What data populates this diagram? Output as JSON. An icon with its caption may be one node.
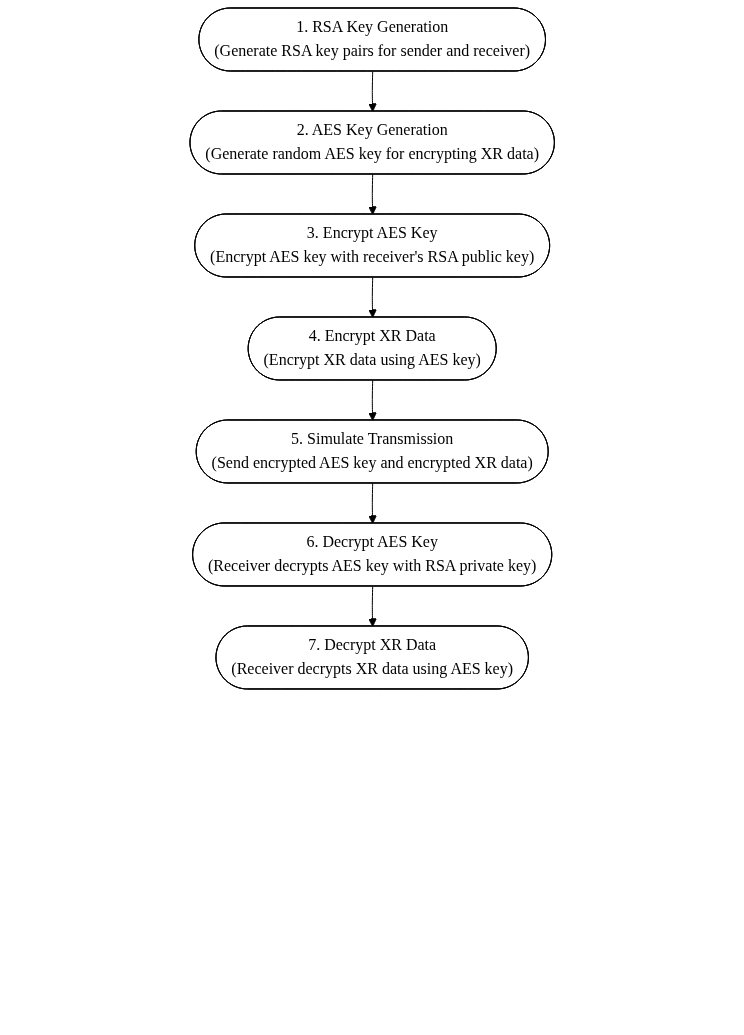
{
  "diagram": {
    "nodes": [
      {
        "text": [
          "1. RSA Key Generation",
          "(Generate RSA key pairs for sender and receiver)"
        ]
      },
      {
        "text": [
          "2. AES Key Generation",
          "(Generate random AES key for encrypting XR data)"
        ]
      },
      {
        "text": [
          "3. Encrypt AES Key",
          "(Encrypt AES key with receiver's RSA public key)"
        ]
      },
      {
        "text": [
          "4. Encrypt XR Data",
          "(Encrypt XR data using AES key)"
        ]
      },
      {
        "text": [
          "5. Simulate Transmission",
          "(Send encrypted AES key and encrypted XR data)"
        ]
      },
      {
        "text": [
          "6. Decrypt AES Key",
          "(Receiver decrypts AES key with RSA private key)"
        ]
      },
      {
        "text": [
          "7. Decrypt XR Data",
          "(Receiver decrypts XR data using AES key)"
        ]
      }
    ],
    "edges": [
      {
        "from": 0,
        "to": 1,
        "arrow": "to"
      },
      {
        "from": 1,
        "to": 2,
        "arrow": "to"
      },
      {
        "from": 2,
        "to": 3,
        "arrow": "to"
      },
      {
        "from": 3,
        "to": 4,
        "arrow": "to"
      },
      {
        "from": 4,
        "to": 5,
        "arrow": "to"
      },
      {
        "from": 5,
        "to": 6,
        "arrow": "to"
      }
    ]
  }
}
